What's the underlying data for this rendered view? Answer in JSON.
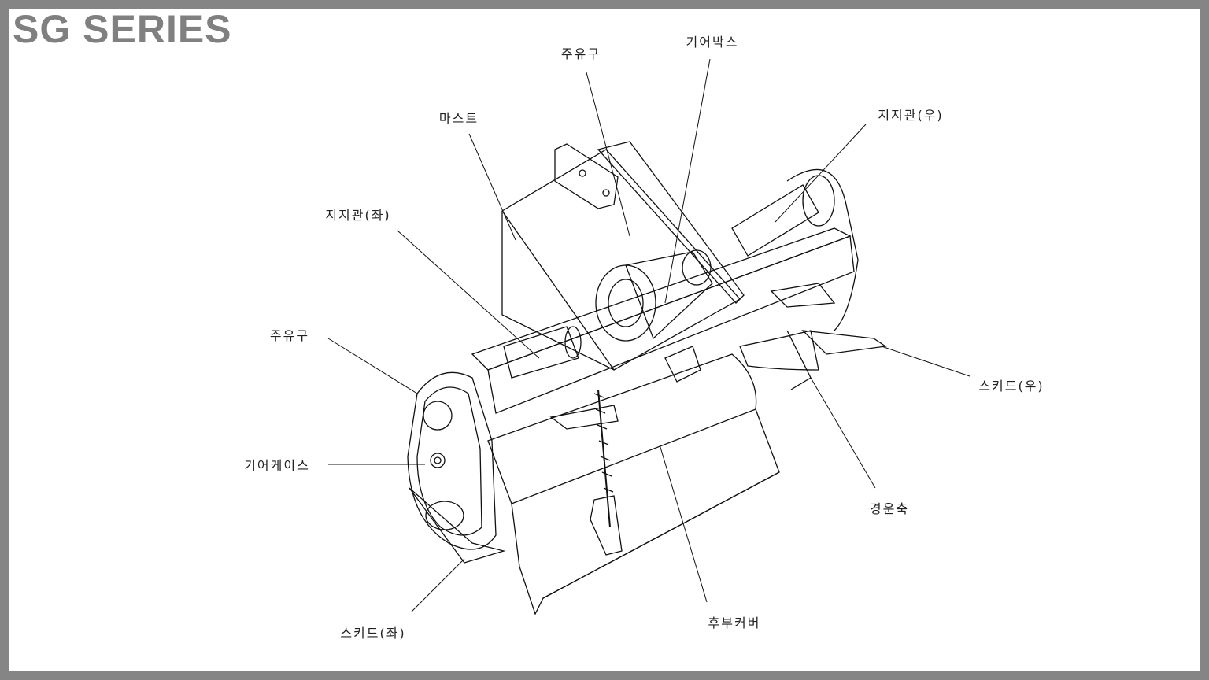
{
  "title": "SG SERIES",
  "labels": {
    "oil_inlet_top": "주유구",
    "gearbox": "기어박스",
    "mast": "마스트",
    "support_tube_right": "지지관(우)",
    "support_tube_left": "지지관(좌)",
    "oil_inlet_left": "주유구",
    "gear_case": "기어케이스",
    "skid_right": "스키드(우)",
    "tilling_shaft": "경운축",
    "skid_left": "스키드(좌)",
    "rear_cover": "후부커버"
  }
}
